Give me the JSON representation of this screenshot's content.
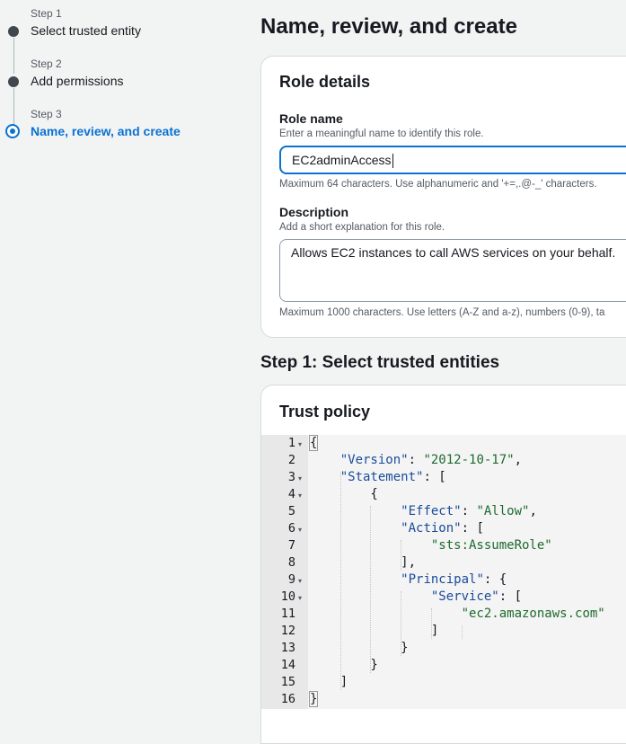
{
  "stepper": {
    "steps": [
      {
        "small": "Step 1",
        "title": "Select trusted entity"
      },
      {
        "small": "Step 2",
        "title": "Add permissions"
      },
      {
        "small": "Step 3",
        "title": "Name, review, and create"
      }
    ]
  },
  "main": {
    "page_title": "Name, review, and create",
    "role_details": {
      "title": "Role details",
      "role_name_label": "Role name",
      "role_name_hint": "Enter a meaningful name to identify this role.",
      "role_name_value": "EC2adminAccess",
      "role_name_constraint": "Maximum 64 characters. Use alphanumeric and '+=,.@-_' characters.",
      "description_label": "Description",
      "description_hint": "Add a short explanation for this role.",
      "description_value": "Allows EC2 instances to call AWS services on your behalf.",
      "description_constraint": "Maximum 1000 characters. Use letters (A-Z and a-z), numbers (0-9), ta"
    },
    "step1_heading": "Step 1: Select trusted entities",
    "trust_policy": {
      "title": "Trust policy",
      "line_numbers": [
        "1",
        "2",
        "3",
        "4",
        "5",
        "6",
        "7",
        "8",
        "9",
        "10",
        "11",
        "12",
        "13",
        "14",
        "15",
        "16"
      ],
      "lines": [
        "{",
        "    \"Version\": \"2012-10-17\",",
        "    \"Statement\": [",
        "        {",
        "            \"Effect\": \"Allow\",",
        "            \"Action\": [",
        "                \"sts:AssumeRole\"",
        "            ],",
        "            \"Principal\": {",
        "                \"Service\": [",
        "                    \"ec2.amazonaws.com\"",
        "                ]",
        "            }",
        "        }",
        "    ]",
        "}"
      ]
    }
  }
}
